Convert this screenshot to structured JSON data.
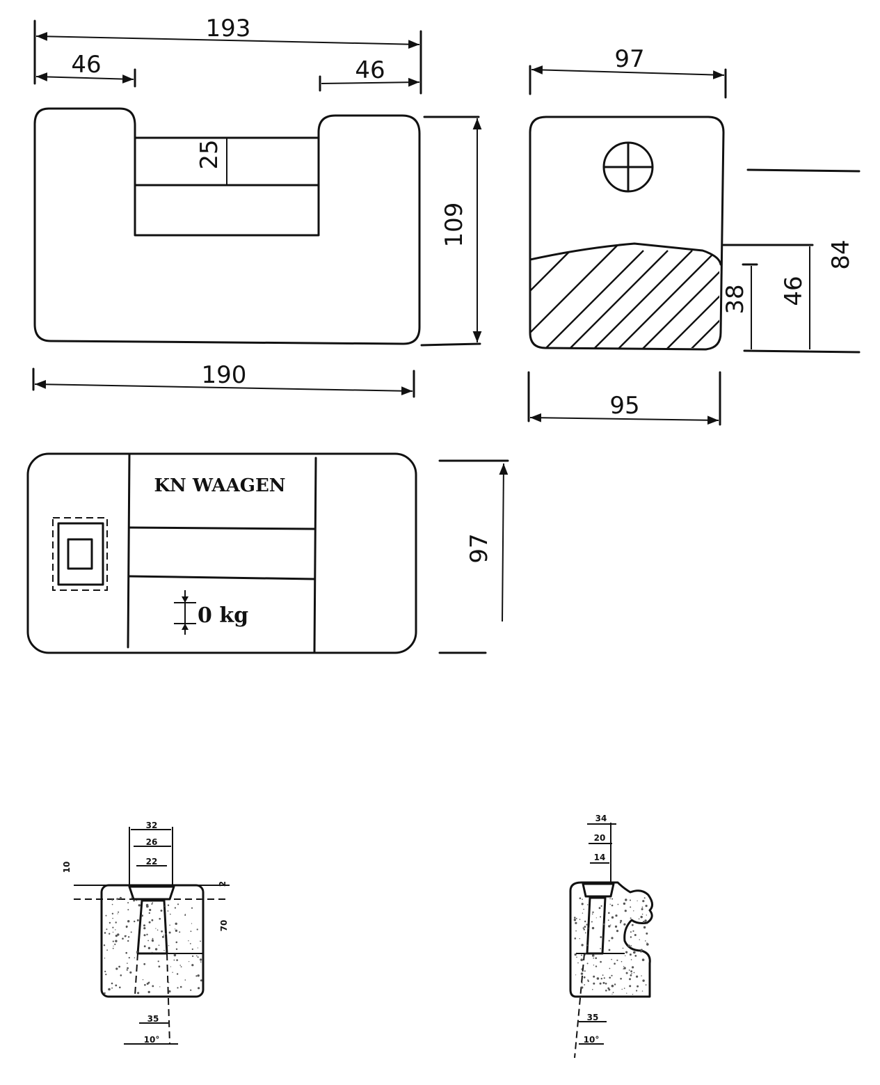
{
  "front_view": {
    "dim_total_top": "193",
    "dim_left_leg": "46",
    "dim_right_leg": "46",
    "dim_handle": "25",
    "dim_height": "109",
    "dim_bottom_width": "190"
  },
  "side_view": {
    "dim_top": "97",
    "dim_bottom": "95",
    "dim_38": "38",
    "dim_46": "46",
    "dim_84": "84"
  },
  "top_view": {
    "brand": "KN WAAGEN",
    "mass_label": "0 kg",
    "dim_height": "97"
  },
  "detail_left": {
    "d1": "32",
    "d2": "26",
    "d3": "22",
    "d_side": "10",
    "d_right_top": "2",
    "d_right_mid": "70",
    "d_bottom": "35",
    "d_angle": "10°"
  },
  "detail_right": {
    "d1": "34",
    "d2": "20",
    "d3": "14",
    "d_bottom": "35",
    "d_angle": "10°"
  },
  "colors": {
    "ink": "#111111",
    "paper": "#ffffff"
  }
}
